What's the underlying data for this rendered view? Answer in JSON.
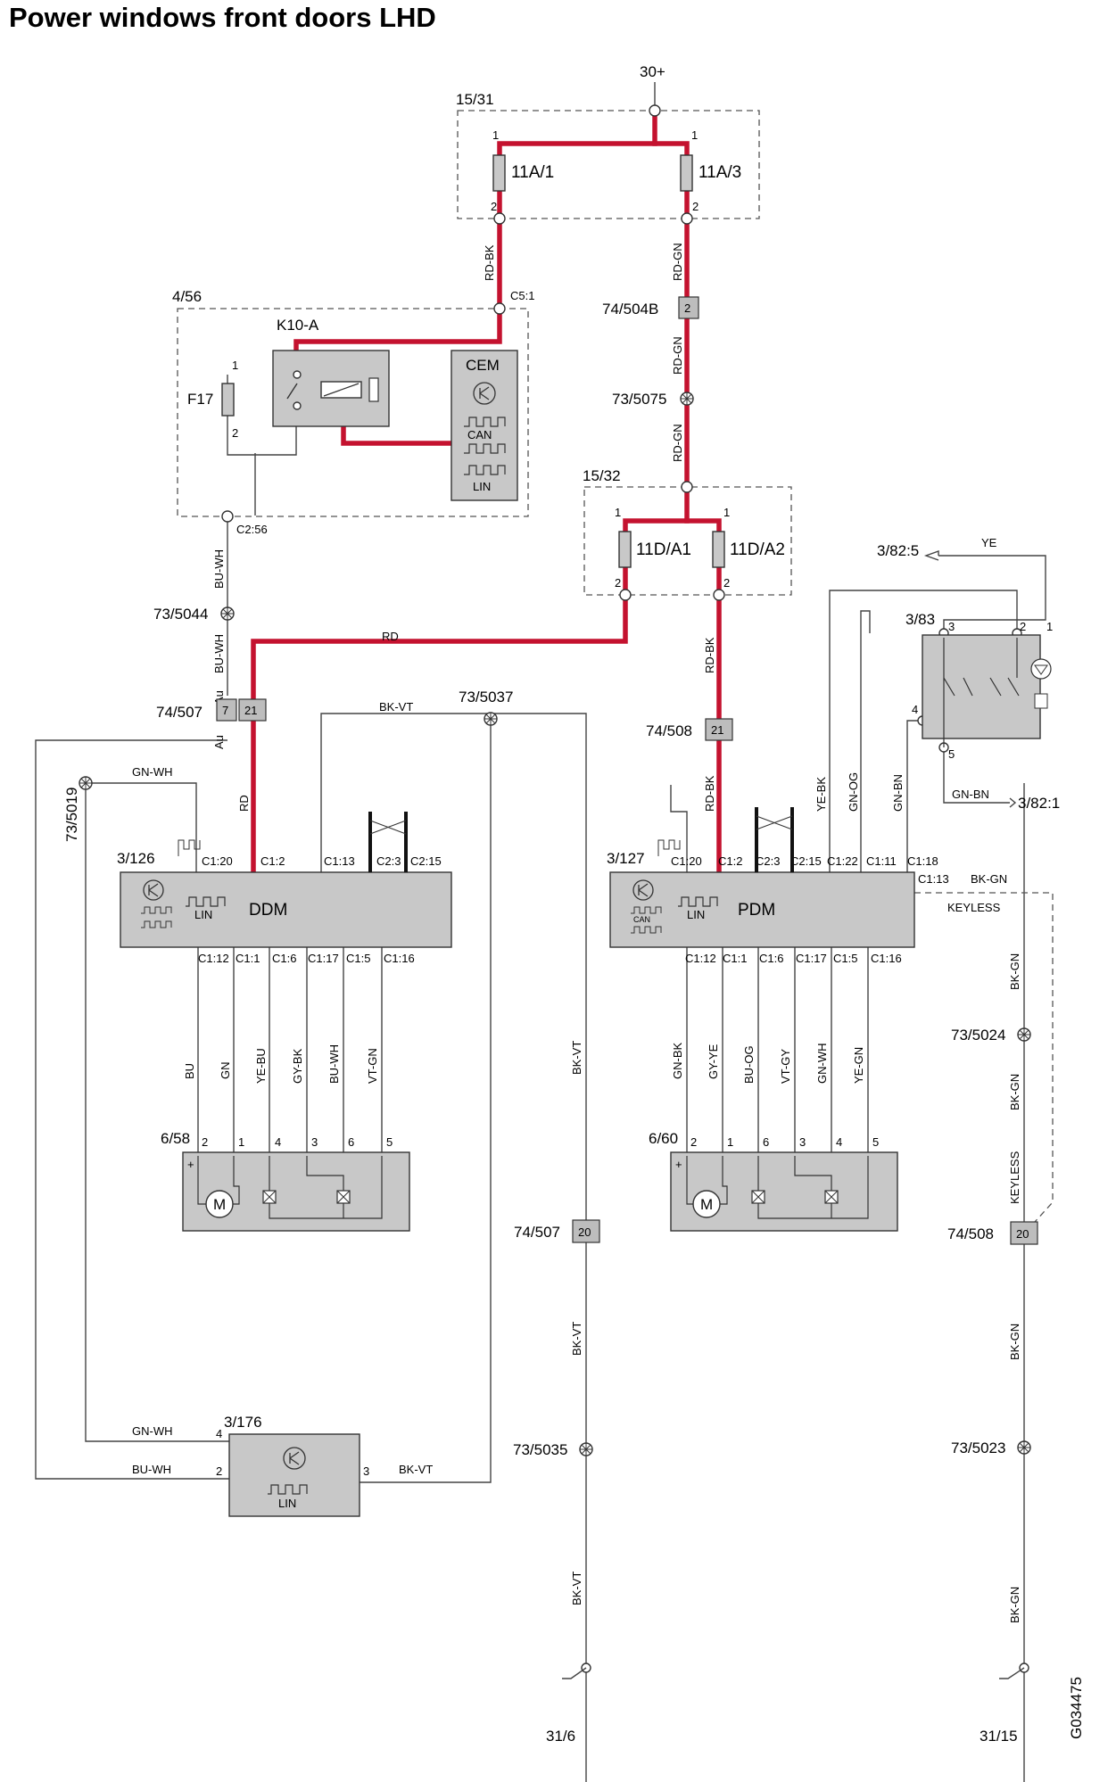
{
  "title": "Power windows front doors LHD",
  "drawing_id": "G034475",
  "supply": "30+",
  "fuse_boxes": {
    "b1": "15/31",
    "b2": "15/32",
    "cem_box": "4/56"
  },
  "fuses": {
    "f1": "11A/1",
    "f2": "11A/3",
    "f3": "11D/A1",
    "f4": "11D/A2",
    "f17": "F17"
  },
  "relay": "K10-A",
  "cem": {
    "label": "CEM",
    "can": "CAN",
    "lin": "LIN"
  },
  "connectors": {
    "c51": "C5:1",
    "c256": "C2:56",
    "c74504b": "74/504B",
    "c74504b_pin": "2",
    "c74507": "74/507",
    "c74507_p7": "7",
    "c74507_p21": "21",
    "c74507_p20": "20",
    "c74508": "74/508",
    "c74508_p21": "21",
    "c74508_p20": "20"
  },
  "splices": {
    "s5075": "73/5075",
    "s5044": "73/5044",
    "s5037": "73/5037",
    "s5019": "73/5019",
    "s5024": "73/5024",
    "s5035": "73/5035",
    "s5023": "73/5023"
  },
  "grounds": {
    "g1": "31/6",
    "g2": "31/15"
  },
  "refs": {
    "r1": "3/82:5",
    "r2": "3/82:1",
    "switch": "3/83"
  },
  "wires": {
    "rdbk": "RD-BK",
    "rdgn": "RD-GN",
    "buwh": "BU-WH",
    "rd": "RD",
    "bkvt": "BK-VT",
    "gnwh": "GN-WH",
    "ye": "YE",
    "gnbn": "GN-BN",
    "yebk": "YE-BK",
    "gnog": "GN-OG",
    "bkgn": "BK-GN",
    "keyless": "KEYLESS",
    "au": "Au",
    "bu": "BU",
    "gn": "GN",
    "yebu": "YE-BU",
    "gybk": "GY-BK",
    "vtgn": "VT-GN",
    "gnbk": "GN-BK",
    "gyye": "GY-YE",
    "buog": "BU-OG",
    "vtgy": "VT-GY",
    "yegn": "YE-GN"
  },
  "ddm": {
    "id": "3/126",
    "label": "DDM",
    "lin": "LIN",
    "top_pins": [
      "C1:20",
      "C1:2",
      "C1:13",
      "C2:3",
      "C2:15"
    ],
    "bottom_pins": [
      "C1:12",
      "C1:1",
      "C1:6",
      "C1:17",
      "C1:5",
      "C1:16"
    ]
  },
  "pdm": {
    "id": "3/127",
    "label": "PDM",
    "lin": "LIN",
    "can": "CAN",
    "top_pins": [
      "C1:20",
      "C1:2",
      "C2:3",
      "C2:15",
      "C1:22",
      "C1:11",
      "C1:18"
    ],
    "side_pin": "C1:13",
    "bottom_pins": [
      "C1:12",
      "C1:1",
      "C1:6",
      "C1:17",
      "C1:5",
      "C1:16"
    ]
  },
  "motor_l": {
    "id": "6/58",
    "pins": [
      "2",
      "1",
      "4",
      "3",
      "6",
      "5"
    ],
    "m": "M",
    "plus": "+"
  },
  "motor_r": {
    "id": "6/60",
    "pins": [
      "2",
      "1",
      "6",
      "3",
      "4",
      "5"
    ],
    "m": "M",
    "plus": "+"
  },
  "mirror_switch": {
    "id": "3/176",
    "lin": "LIN",
    "p4": "4",
    "p2": "2",
    "p3": "3"
  },
  "switch_pins": {
    "p3": "3",
    "p2": "2",
    "p1": "1",
    "p4": "4",
    "p5": "5"
  },
  "fuse_pins": {
    "one": "1",
    "two": "2"
  }
}
